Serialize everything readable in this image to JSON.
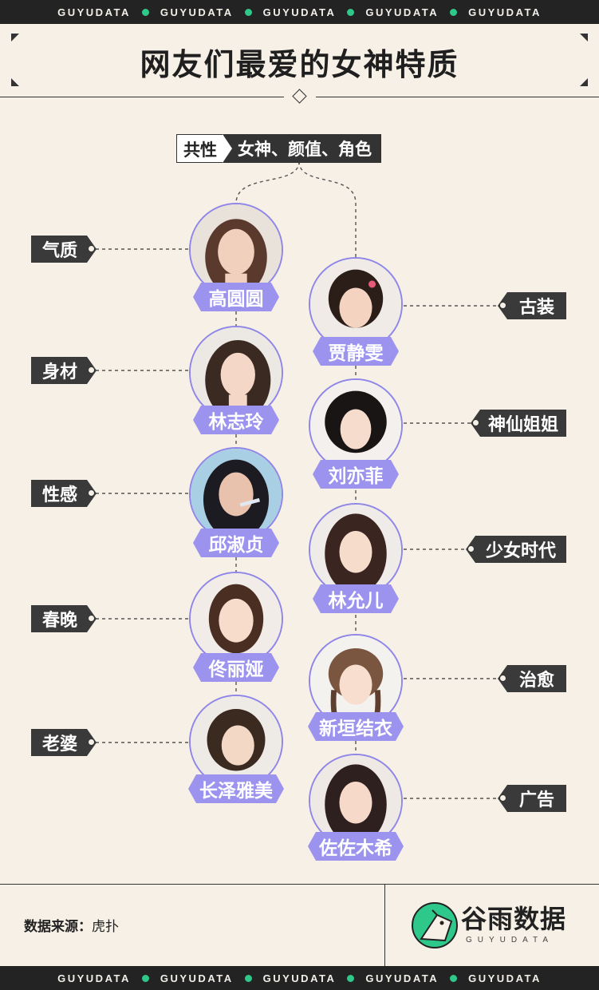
{
  "band_text": "GUYUDATA",
  "title": "网友们最爱的女神特质",
  "common": {
    "label": "共性",
    "value": "女神、颜值、角色"
  },
  "left_column": [
    {
      "name": "高圆圆",
      "tag": "气质"
    },
    {
      "name": "林志玲",
      "tag": "身材"
    },
    {
      "name": "邱淑贞",
      "tag": "性感"
    },
    {
      "name": "佟丽娅",
      "tag": "春晚"
    },
    {
      "name": "长泽雅美",
      "tag": "老婆"
    }
  ],
  "right_column": [
    {
      "name": "贾静雯",
      "tag": "古装"
    },
    {
      "name": "刘亦菲",
      "tag": "神仙姐姐"
    },
    {
      "name": "林允儿",
      "tag": "少女时代"
    },
    {
      "name": "新垣结衣",
      "tag": "治愈"
    },
    {
      "name": "佐佐木希",
      "tag": "广告"
    }
  ],
  "footer": {
    "source_label": "数据来源：",
    "source_value": "虎扑",
    "brand_cn": "谷雨数据",
    "brand_en": "GUYUDATA"
  },
  "colors": {
    "accent_purple": "#9b93ee",
    "brand_green": "#2ec88a",
    "dark": "#333333",
    "paper": "#f6f0e6"
  },
  "icons": [
    "diamond-ornament",
    "corner-bracket",
    "guyu-bird-logo"
  ]
}
